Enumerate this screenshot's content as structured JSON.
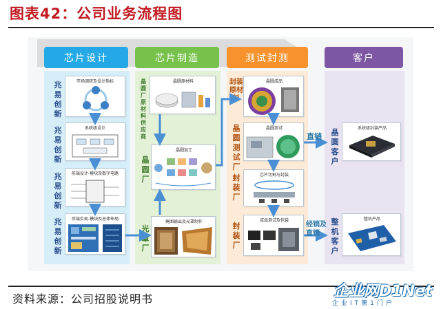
{
  "figure": {
    "title": "图表42：公司业务流程图",
    "source": "资料来源：公司招股说明书"
  },
  "phases": [
    "芯片设计",
    "芯片制造",
    "测试封测",
    "客户"
  ],
  "lane1_labels": [
    "兆易创新",
    "兆易创新",
    "兆易创新",
    "兆易创新"
  ],
  "lane2_labels": {
    "supplier": "晶圆厂原材料供应商",
    "fab": "晶圆厂",
    "photomask": "光罩厂"
  },
  "lane3_labels": {
    "supplier": "封装原材料",
    "testing": "晶圆测试厂",
    "packaging1": "封装厂",
    "packaging2": "封装厂"
  },
  "lane4_labels": {
    "wafer_customer": "晶圆客户",
    "oem_customer": "整机客户"
  },
  "captions": {
    "design1": "市场调研及设计指标",
    "design2": "系统级设计",
    "design3": "前端设计-模块及数字电路",
    "design4": "后端实现-模块及总体布局",
    "fab_material": "晶圆原材料",
    "wafer_process": "晶圆加工",
    "mask": "掩图输出及光罩制作",
    "wafer_finished": "晶圆成品",
    "wafer_test": "晶圆测试",
    "dicing": "芯片切割与封装",
    "final_test": "成品测试及包装",
    "system_product": "系统级封装产品",
    "oem_product": "整机产品"
  },
  "arrows": {
    "direct": "直销",
    "distribution": "经销及直销"
  },
  "watermark": {
    "main": "企业网D1Net",
    "sub": "企业IT第1门户"
  },
  "colors": {
    "title": "#c01920",
    "design": "#24a9e6",
    "manufacture": "#76c24a",
    "test": "#f7922c",
    "customer": "#7d56a4",
    "arrow": "#4a8fd4"
  }
}
